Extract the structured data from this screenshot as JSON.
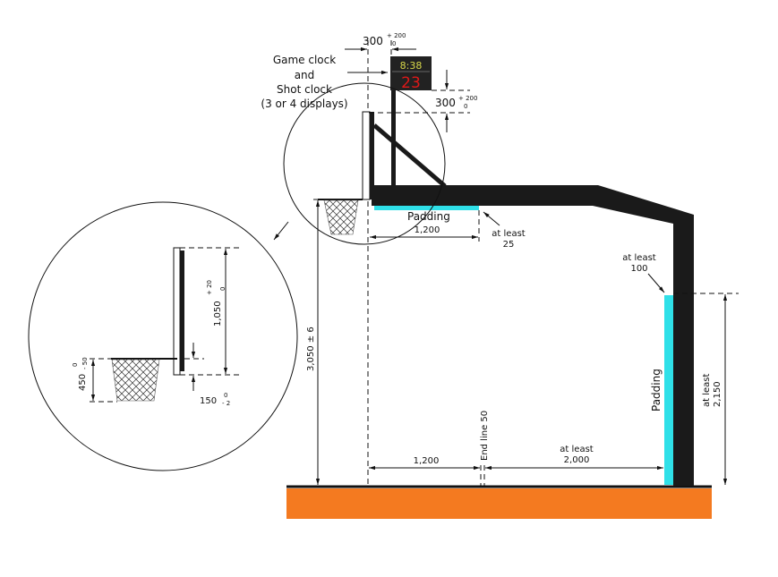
{
  "colors": {
    "floor": "#f47a20",
    "padding": "#2fe0e8",
    "structure": "#1a1a1a",
    "clock_top": "#d8d84a",
    "clock_bottom": "#e01818"
  },
  "labels": {
    "clock_title_1": "Game clock",
    "clock_title_2": "and",
    "clock_title_3": "Shot clock",
    "clock_title_4": "(3 or 4 displays)",
    "clock_offset": "300",
    "clock_offset_tol_plus": "+ 200",
    "clock_offset_tol_minus": "0",
    "clock_height": "300",
    "clock_height_tol_plus": "+ 200",
    "clock_height_tol_minus": "0",
    "game_clock_display": "8:38",
    "shot_clock_display": "23",
    "padding_boom": "Padding",
    "boom_dim": "1,200",
    "boom_padding_min_1": "at least",
    "boom_padding_min_2": "25",
    "pole_padding_min_1": "at least",
    "pole_padding_min_2": "100",
    "padding_pole": "Padding",
    "pole_padding_height_1": "at least",
    "pole_padding_height_2": "2,150",
    "rim_height": "3,050 ± 6",
    "floor_dim_left": "1,200",
    "end_line": "End line 50",
    "floor_dim_right_1": "at least",
    "floor_dim_right_2": "2,000",
    "detail_board_height": "1,050",
    "detail_board_tol_plus": "+ 20",
    "detail_board_tol_minus": "0",
    "detail_net": "450",
    "detail_net_tol_plus": "0",
    "detail_net_tol_minus": "- 50",
    "detail_rim_offset": "150",
    "detail_rim_tol_plus": "0",
    "detail_rim_tol_minus": "- 2"
  }
}
